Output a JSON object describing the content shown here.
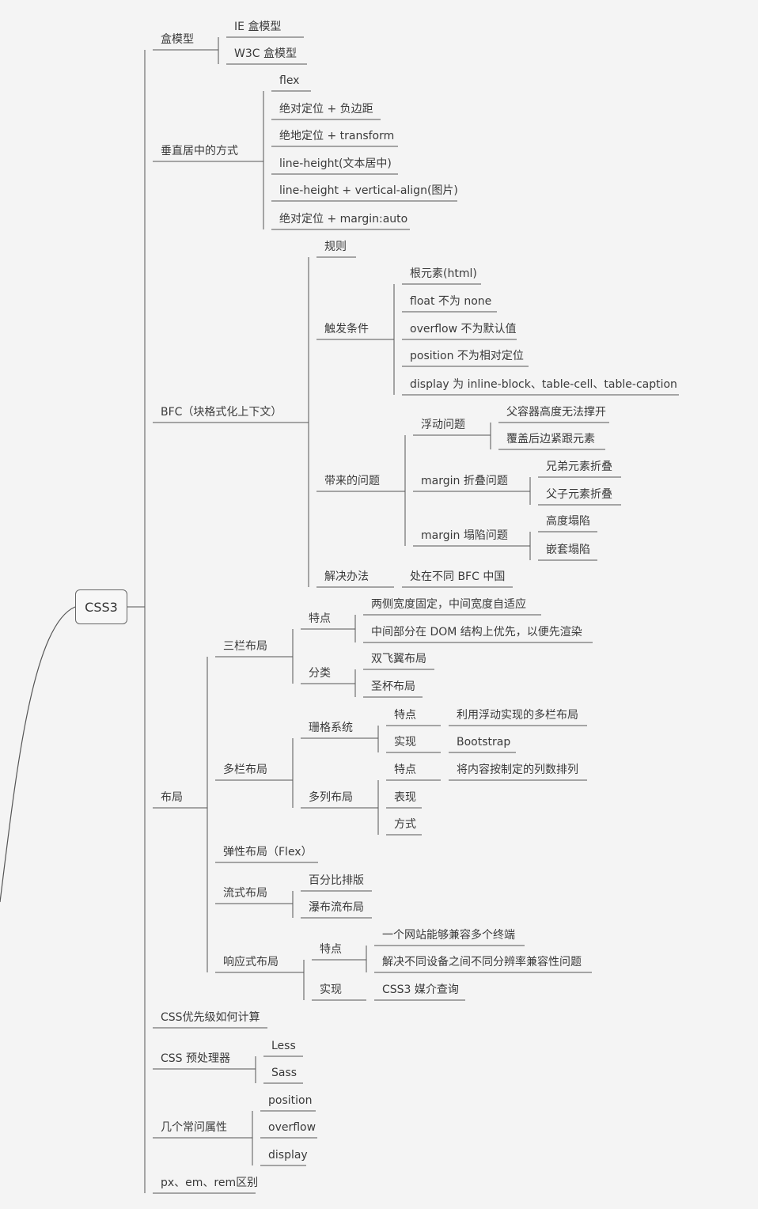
{
  "root": {
    "label": "CSS3"
  },
  "branches": [
    {
      "label": "盒模型",
      "children": [
        {
          "label": "IE 盒模型"
        },
        {
          "label": "W3C 盒模型"
        }
      ]
    },
    {
      "label": "垂直居中的方式",
      "children": [
        {
          "label": "flex"
        },
        {
          "label": "绝对定位 + 负边距"
        },
        {
          "label": "绝地定位 + transform"
        },
        {
          "label": "line-height(文本居中)"
        },
        {
          "label": "line-height + vertical-align(图片)"
        },
        {
          "label": "绝对定位 + margin:auto"
        }
      ]
    },
    {
      "label": "BFC（块格式化上下文）",
      "children": [
        {
          "label": "规则"
        },
        {
          "label": "触发条件",
          "children": [
            {
              "label": "根元素(html)"
            },
            {
              "label": "float 不为 none"
            },
            {
              "label": "overflow 不为默认值"
            },
            {
              "label": "position 不为相对定位"
            },
            {
              "label": "display 为 inline-block、table-cell、table-caption"
            }
          ]
        },
        {
          "label": "带来的问题",
          "children": [
            {
              "label": "浮动问题",
              "children": [
                {
                  "label": "父容器高度无法撑开"
                },
                {
                  "label": "覆盖后边紧跟元素"
                }
              ]
            },
            {
              "label": "margin 折叠问题",
              "children": [
                {
                  "label": "兄弟元素折叠"
                },
                {
                  "label": "父子元素折叠"
                }
              ]
            },
            {
              "label": "margin 塌陷问题",
              "children": [
                {
                  "label": "高度塌陷"
                },
                {
                  "label": "嵌套塌陷"
                }
              ]
            }
          ]
        },
        {
          "label": "解决办法",
          "children": [
            {
              "label": "处在不同 BFC 中国"
            }
          ]
        }
      ]
    },
    {
      "label": "布局",
      "children": [
        {
          "label": "三栏布局",
          "children": [
            {
              "label": "特点",
              "children": [
                {
                  "label": "两侧宽度固定，中间宽度自适应"
                },
                {
                  "label": "中间部分在 DOM 结构上优先，以便先渲染"
                }
              ]
            },
            {
              "label": "分类",
              "children": [
                {
                  "label": "双飞翼布局"
                },
                {
                  "label": "圣杯布局"
                }
              ]
            }
          ]
        },
        {
          "label": "多栏布局",
          "children": [
            {
              "label": "珊格系统",
              "children": [
                {
                  "label": "特点",
                  "children": [
                    {
                      "label": "利用浮动实现的多栏布局"
                    }
                  ]
                },
                {
                  "label": "实现",
                  "children": [
                    {
                      "label": "Bootstrap"
                    }
                  ]
                }
              ]
            },
            {
              "label": "多列布局",
              "children": [
                {
                  "label": "特点",
                  "children": [
                    {
                      "label": "将内容按制定的列数排列"
                    }
                  ]
                },
                {
                  "label": "表现"
                },
                {
                  "label": "方式"
                }
              ]
            }
          ]
        },
        {
          "label": "弹性布局（Flex）"
        },
        {
          "label": "流式布局",
          "children": [
            {
              "label": "百分比排版"
            },
            {
              "label": "瀑布流布局"
            }
          ]
        },
        {
          "label": "响应式布局",
          "children": [
            {
              "label": "特点",
              "children": [
                {
                  "label": "一个网站能够兼容多个终端"
                },
                {
                  "label": "解决不同设备之间不同分辨率兼容性问题"
                }
              ]
            },
            {
              "label": "实现",
              "children": [
                {
                  "label": "CSS3 媒介查询"
                }
              ]
            }
          ]
        }
      ]
    },
    {
      "label": "CSS优先级如何计算"
    },
    {
      "label": "CSS 预处理器",
      "children": [
        {
          "label": "Less"
        },
        {
          "label": "Sass"
        }
      ]
    },
    {
      "label": "几个常问属性",
      "children": [
        {
          "label": "position"
        },
        {
          "label": "overflow"
        },
        {
          "label": "display"
        }
      ]
    },
    {
      "label": "px、em、rem区别"
    }
  ]
}
